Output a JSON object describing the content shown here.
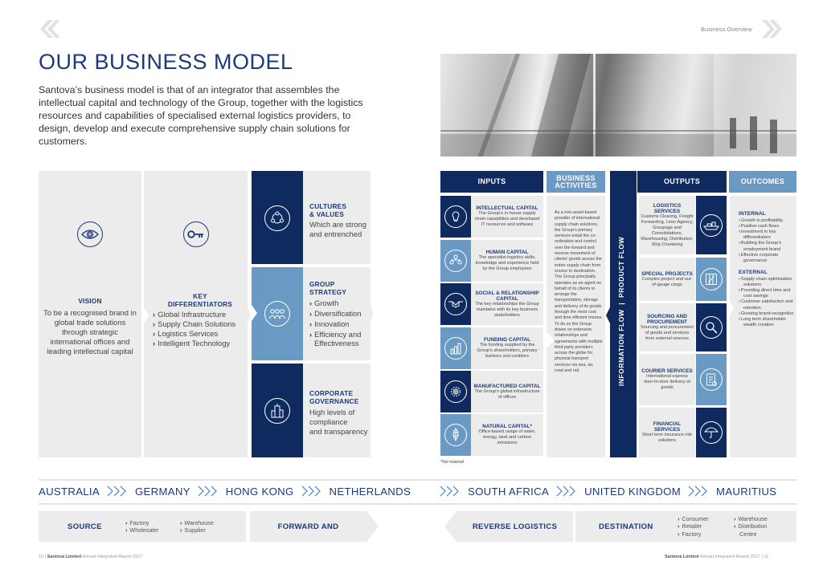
{
  "header": {
    "section_label": "Business Overview",
    "title": "OUR BUSINESS MODEL",
    "intro": "Santova’s business model is that of an integrator that assembles the intellectual capital and technology of the Group, together with the logistics resources and capabilities of specialised external logistics providers, to design, develop and execute comprehensive supply chain solutions for customers."
  },
  "left_model": {
    "vision": {
      "icon": "eye-icon",
      "heading": "VISION",
      "text": "To be a recognised brand in global trade solutions through strategic international offices and leading intellectual capital"
    },
    "key_differentiators": {
      "icon": "key-icon",
      "heading_line1": "KEY",
      "heading_line2": "DIFFERENTIATORS",
      "items": [
        "Global Infrastructure",
        "Supply Chain Solutions",
        "Logistics Services",
        "Intelligent Technology"
      ]
    },
    "cultures_values": {
      "icon": "people-network-icon",
      "heading_line1": "CULTURES",
      "heading_line2": "& VALUES",
      "text_line1": "Which are strong",
      "text_line2": "and entrenched"
    },
    "group_strategy": {
      "icon": "team-group-icon",
      "heading_line1": "GROUP",
      "heading_line2": "STRATEGY",
      "items": [
        "Growth",
        "Diversification",
        "Innovation",
        "Efficiency and"
      ],
      "last_item_cont": "Effectiveness"
    },
    "corporate_governance": {
      "icon": "building-icon",
      "heading_line1": "CORPORATE",
      "heading_line2": "GOVERNANCE",
      "text_line1": "High levels of",
      "text_line2": "compliance",
      "text_line3": "and transparency"
    }
  },
  "diagram": {
    "inputs_header": "INPUTS",
    "activities_header_line1": "BUSINESS",
    "activities_header_line2": "ACTIVITIES",
    "outputs_header": "OUTPUTS",
    "outcomes_header": "OUTCOMES",
    "flow_label": "INFORMATION FLOW  |  PRODUCT FLOW",
    "inputs": [
      {
        "icon": "lightbulb-icon",
        "heading": "INTELLECTUAL CAPITAL",
        "text": "The Group’s in-house supply chain capabilities and developed IT resources and software"
      },
      {
        "icon": "people-hierarchy-icon",
        "heading": "HUMAN CAPITAL",
        "text": "The specialist logistics skills, knowledge and experience held by the Group employees"
      },
      {
        "icon": "handshake-icon",
        "heading": "SOCIAL & RELATIONSHIP CAPITAL",
        "text": "The key relationships the Group maintains with its key business stakeholders"
      },
      {
        "icon": "bar-chart-icon",
        "heading": "FUNDING CAPITAL",
        "text": "The funding supplied by the Group’s shareholders, primary bankers and creditors"
      },
      {
        "icon": "gear-icon",
        "heading": "MANUFACTURED CAPITAL",
        "text": "The Group’s global infrastructure of offices"
      },
      {
        "icon": "leaf-icon",
        "heading": "NATURAL CAPITAL*",
        "text": "Office-based usage of water, energy, land and carbon emissions"
      }
    ],
    "footnote": "*Not material",
    "activities_text": "As a non-asset based provider of international supply chain solutions, the Group’s primary services entail the co-ordination and control over the forward and reverse movement of clients’ goods across the entire supply chain from source to destination. The Group principally operates as an agent on behalf of its clients to arrange the transportation, storage and delivery of its goods through the most cost and time efficient means. To do so the Group draws on extensive relationships and agreements with multiple third party providers across the globe for physical transport services via sea, air, road and rail.",
    "outputs": [
      {
        "icon": "ship-icon",
        "heading": "LOGISTICS SERVICES",
        "text": "Customs Clearing, Freight Forwarding, Liner Agency, Groupage and Consolidations, Warehousing, Distribution, Ship Chartering"
      },
      {
        "icon": "project-chart-icon",
        "heading": "SPECIAL PROJECTS",
        "text": "Complex project and out-of-gauge cargo"
      },
      {
        "icon": "magnifier-icon",
        "heading": "SOURCING AND PROCUREMENT",
        "text": "Sourcing and procurement of goods and services from external sources"
      },
      {
        "icon": "clipboard-icon",
        "heading": "COURIER SERVICES",
        "text": "International express door-to-door delivery of goods"
      },
      {
        "icon": "umbrella-icon",
        "heading": "FINANCIAL SERVICES",
        "text": "Short term insurance risk solutions"
      }
    ],
    "outcomes": {
      "internal_heading": "INTERNAL",
      "internal": [
        "Growth in profitability",
        "Positive cash flows",
        "Investment in key differentiators",
        "Building the Group’s employment brand",
        "Effective corporate governance"
      ],
      "external_heading": "EXTERNAL",
      "external": [
        "Supply chain optimisation solutions",
        "Providing direct time and cost savings",
        "Customer satisfaction and retention",
        "Growing brand recognition",
        "Long term shareholder wealth creation"
      ]
    }
  },
  "countries": [
    "AUSTRALIA",
    "GERMANY",
    "HONG KONG",
    "NETHERLANDS",
    "SOUTH AFRICA",
    "UNITED KINGDOM",
    "MAURITIUS"
  ],
  "supply_chain": {
    "source_label": "SOURCE",
    "source_items_col1": [
      "Factory",
      "Wholesaler"
    ],
    "source_items_col2": [
      "Warehouse",
      "Supplier"
    ],
    "forward_label": "FORWARD AND",
    "reverse_label": "REVERSE LOGISTICS",
    "destination_label": "DESTINATION",
    "destination_items_col1": [
      "Consumer",
      "Retailer",
      "Factory"
    ],
    "destination_items_col2": [
      "Warehouse",
      "Distribution",
      "Centre"
    ]
  },
  "footer": {
    "left_page": "10 | ",
    "left_company": "Santova Limited",
    "left_report": " Annual Integrated Report 2017",
    "right_company": "Santova Limited",
    "right_report": " Annual Integrated Report 2017 | 11"
  },
  "colors": {
    "navy": "#0f2a5f",
    "light_blue": "#6a9ac3",
    "panel_grey": "#ececec",
    "title_blue": "#1d3a78"
  }
}
